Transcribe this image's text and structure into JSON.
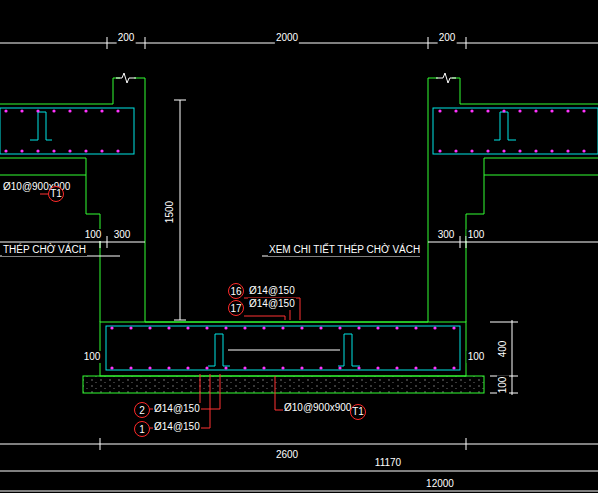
{
  "diagram": {
    "nodes": [
      {
        "text": [
          "T1"
        ]
      },
      {
        "text": [
          "16"
        ]
      },
      {
        "text": [
          "17"
        ]
      },
      {
        "text": [
          "2"
        ]
      },
      {
        "text": [
          "1"
        ]
      },
      {
        "text": [
          "T1"
        ]
      }
    ],
    "labels": [
      "200",
      "2000",
      "200",
      "1500",
      "Ø10@900x900",
      "THÉP CHỜ VÁCH",
      "100",
      "300",
      "XEM CHI TIẾT THÉP CHỜ VÁCH",
      "300",
      "100",
      "Ø14@150",
      "Ø14@150",
      "100",
      "100",
      "400",
      "100",
      "Ø14@150",
      "Ø14@150",
      "Ø10@900x900",
      "2600",
      "11170",
      "12000"
    ]
  }
}
